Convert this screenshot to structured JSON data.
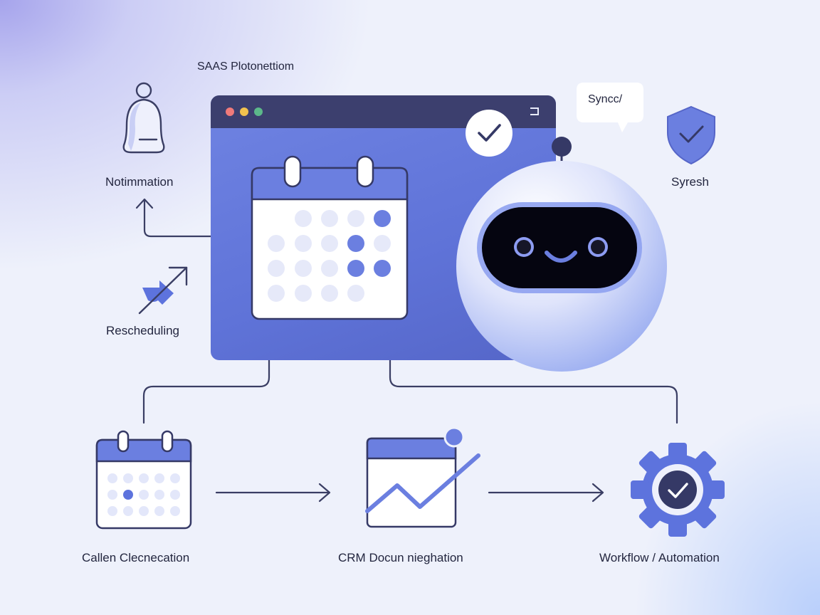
{
  "title": "SAAS Plotonettiom",
  "labels": {
    "notification": "Notimmation",
    "rescheduling": "Rescheduling",
    "sync_bubble": "Syncc/",
    "security": "Syresh",
    "calendar_step": "Callen Clecnecation",
    "crm_step": "CRM Docun nieghation",
    "workflow_step": "Workflow / Automation"
  },
  "window": {
    "controls": [
      "close",
      "minimize",
      "maximize"
    ],
    "control_colors": [
      "#f07a7a",
      "#f2c24e",
      "#5cb88a"
    ]
  },
  "icons": {
    "bell": "bell-icon",
    "arrow_up": "arrow-up-icon",
    "reschedule": "reschedule-arrow-icon",
    "check": "check-icon",
    "shield": "shield-check-icon",
    "robot": "robot-assistant-icon",
    "calendar": "calendar-icon",
    "chart": "trend-chart-icon",
    "gear": "gear-check-icon"
  },
  "colors": {
    "accent": "#6b7fe0",
    "dark": "#353966",
    "light": "#e8ebfb",
    "background": "#eef1fb"
  }
}
